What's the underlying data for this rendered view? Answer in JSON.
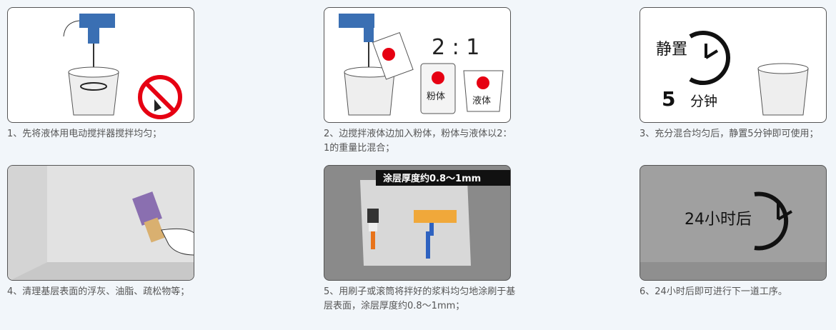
{
  "steps": [
    {
      "caption": "1、先将液体用电动搅拌器搅拌均匀；"
    },
    {
      "caption": "2、边搅拌液体边加入粉体，粉体与液体以2：1的重量比混合；",
      "ratio": "2 : 1",
      "powder_label": "粉体",
      "liquid_label": "液体",
      "bag_label": "粉体"
    },
    {
      "caption": "3、充分混合均匀后，静置5分钟即可使用；",
      "text_top": "静置",
      "number": "5",
      "unit": "分钟"
    },
    {
      "caption": "4、清理基层表面的浮灰、油脂、疏松物等；"
    },
    {
      "caption": "5、用刷子或滚筒将拌好的浆料均匀地涂刷于基层表面，涂层厚度约0.8～1mm；",
      "banner": "涂层厚度约0.8～1mm"
    },
    {
      "caption": "6、24小时后即可进行下一道工序。",
      "label": "24小时后"
    }
  ],
  "colors": {
    "border": "#555555",
    "drill": "#3a6fb3",
    "prohibit": "#e60012",
    "wall_light": "#e2e2e2",
    "wall_dark": "#8a8a8a"
  }
}
